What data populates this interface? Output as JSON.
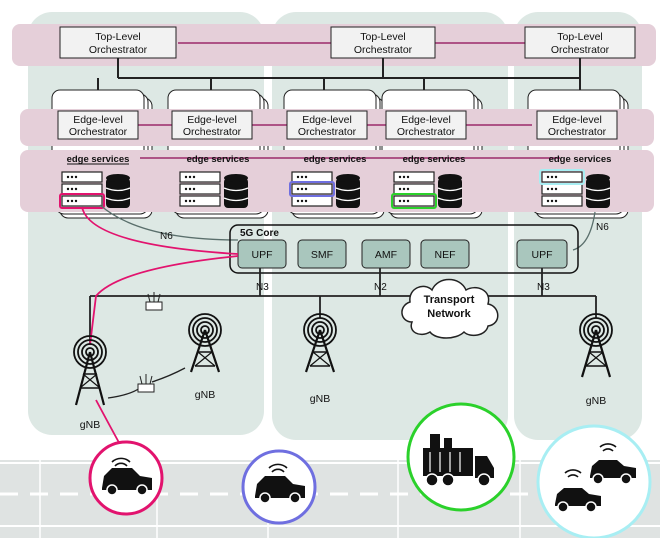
{
  "orchestrators": {
    "top": [
      "Top-Level Orchestrator",
      "Top-Level Orchestrator",
      "Top-Level Orchestrator"
    ],
    "edge": [
      "Edge-level Orchestrator",
      "Edge-level Orchestrator",
      "Edge-level Orchestrator",
      "Edge-level Orchestrator",
      "Edge-level Orchestrator"
    ]
  },
  "edge_services": [
    "edge services",
    "edge services",
    "edge services",
    "edge services",
    "edge services"
  ],
  "core": {
    "title": "5G Core",
    "functions": [
      "UPF",
      "SMF",
      "AMF",
      "NEF"
    ],
    "remote_upf": "UPF"
  },
  "interfaces": {
    "n6_left": "N6",
    "n6_right": "N6",
    "n3_left": "N3",
    "n2": "N2",
    "n3_right": "N3"
  },
  "transport": {
    "line1": "Transport",
    "line2": "Network"
  },
  "gnb_labels": [
    "gNB",
    "gNB",
    "gNB",
    "gNB"
  ],
  "colors": {
    "domain_bg": "#dde8e4",
    "orchestrator_band": "#e5cfd9",
    "band_line": "#9b2a6b",
    "function_fill": "#a9c6bd",
    "magenta": "#e2136e",
    "blue": "#6f6fe0",
    "green": "#2bd12b",
    "cyan": "#a8eef3"
  }
}
